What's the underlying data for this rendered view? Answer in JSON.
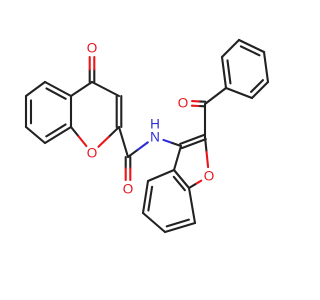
{
  "molecule": {
    "atoms": {
      "ketone_oxygen": "O",
      "chromone_ring_oxygen": "O",
      "amide_oxygen": "O",
      "amide_nitrogen": "N",
      "amide_hydrogen": "H",
      "benzoyl_oxygen": "O",
      "benzofuran_ring_oxygen": "O"
    },
    "colors": {
      "oxygen": "#e8161b",
      "nitrogen": "#2b2bd9",
      "carbon_bond": "#222222",
      "background": "#ffffff"
    }
  }
}
